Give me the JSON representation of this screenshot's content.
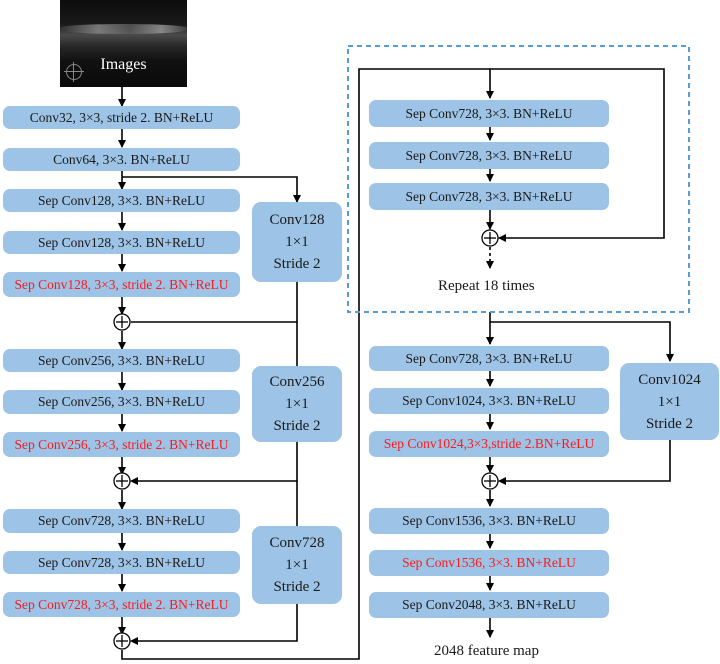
{
  "input": {
    "label": "Images"
  },
  "entry_flow": {
    "conv1": "Conv32, 3×3, stride 2. BN+ReLU",
    "conv2": "Conv64, 3×3. BN+ReLU",
    "block1": [
      "Sep Conv128, 3×3. BN+ReLU",
      "Sep Conv128, 3×3. BN+ReLU",
      "Sep Conv128, 3×3, stride 2. BN+ReLU"
    ],
    "shortcut1": [
      "Conv128",
      "1×1",
      "Stride 2"
    ],
    "block2": [
      "Sep Conv256, 3×3. BN+ReLU",
      "Sep Conv256, 3×3. BN+ReLU",
      "Sep Conv256, 3×3, stride 2. BN+ReLU"
    ],
    "shortcut2": [
      "Conv256",
      "1×1",
      "Stride 2"
    ],
    "block3": [
      "Sep Conv728, 3×3. BN+ReLU",
      "Sep Conv728, 3×3. BN+ReLU",
      "Sep Conv728, 3×3, stride 2. BN+ReLU"
    ],
    "shortcut3": [
      "Conv728",
      "1×1",
      "Stride 2"
    ]
  },
  "middle_flow": {
    "layers": [
      "Sep Conv728, 3×3. BN+ReLU",
      "Sep Conv728, 3×3. BN+ReLU",
      "Sep Conv728, 3×3. BN+ReLU"
    ],
    "repeat_label": "Repeat 18 times"
  },
  "exit_flow": {
    "block": [
      "Sep Conv728, 3×3. BN+ReLU",
      "Sep Conv1024, 3×3. BN+ReLU",
      "Sep Conv1024,3×3,stride 2.BN+ReLU"
    ],
    "shortcut": [
      "Conv1024",
      "1×1",
      "Stride 2"
    ],
    "final": [
      "Sep Conv1536, 3×3. BN+ReLU",
      "Sep Conv1536, 3×3. BN+ReLU",
      "Sep Conv2048, 3×3. BN+ReLU"
    ],
    "output_label": "2048 feature map"
  },
  "colors": {
    "box_fill": "#9dc3e6",
    "highlight_text": "#ff1a1a",
    "dashed_border": "#5b9bd5"
  }
}
